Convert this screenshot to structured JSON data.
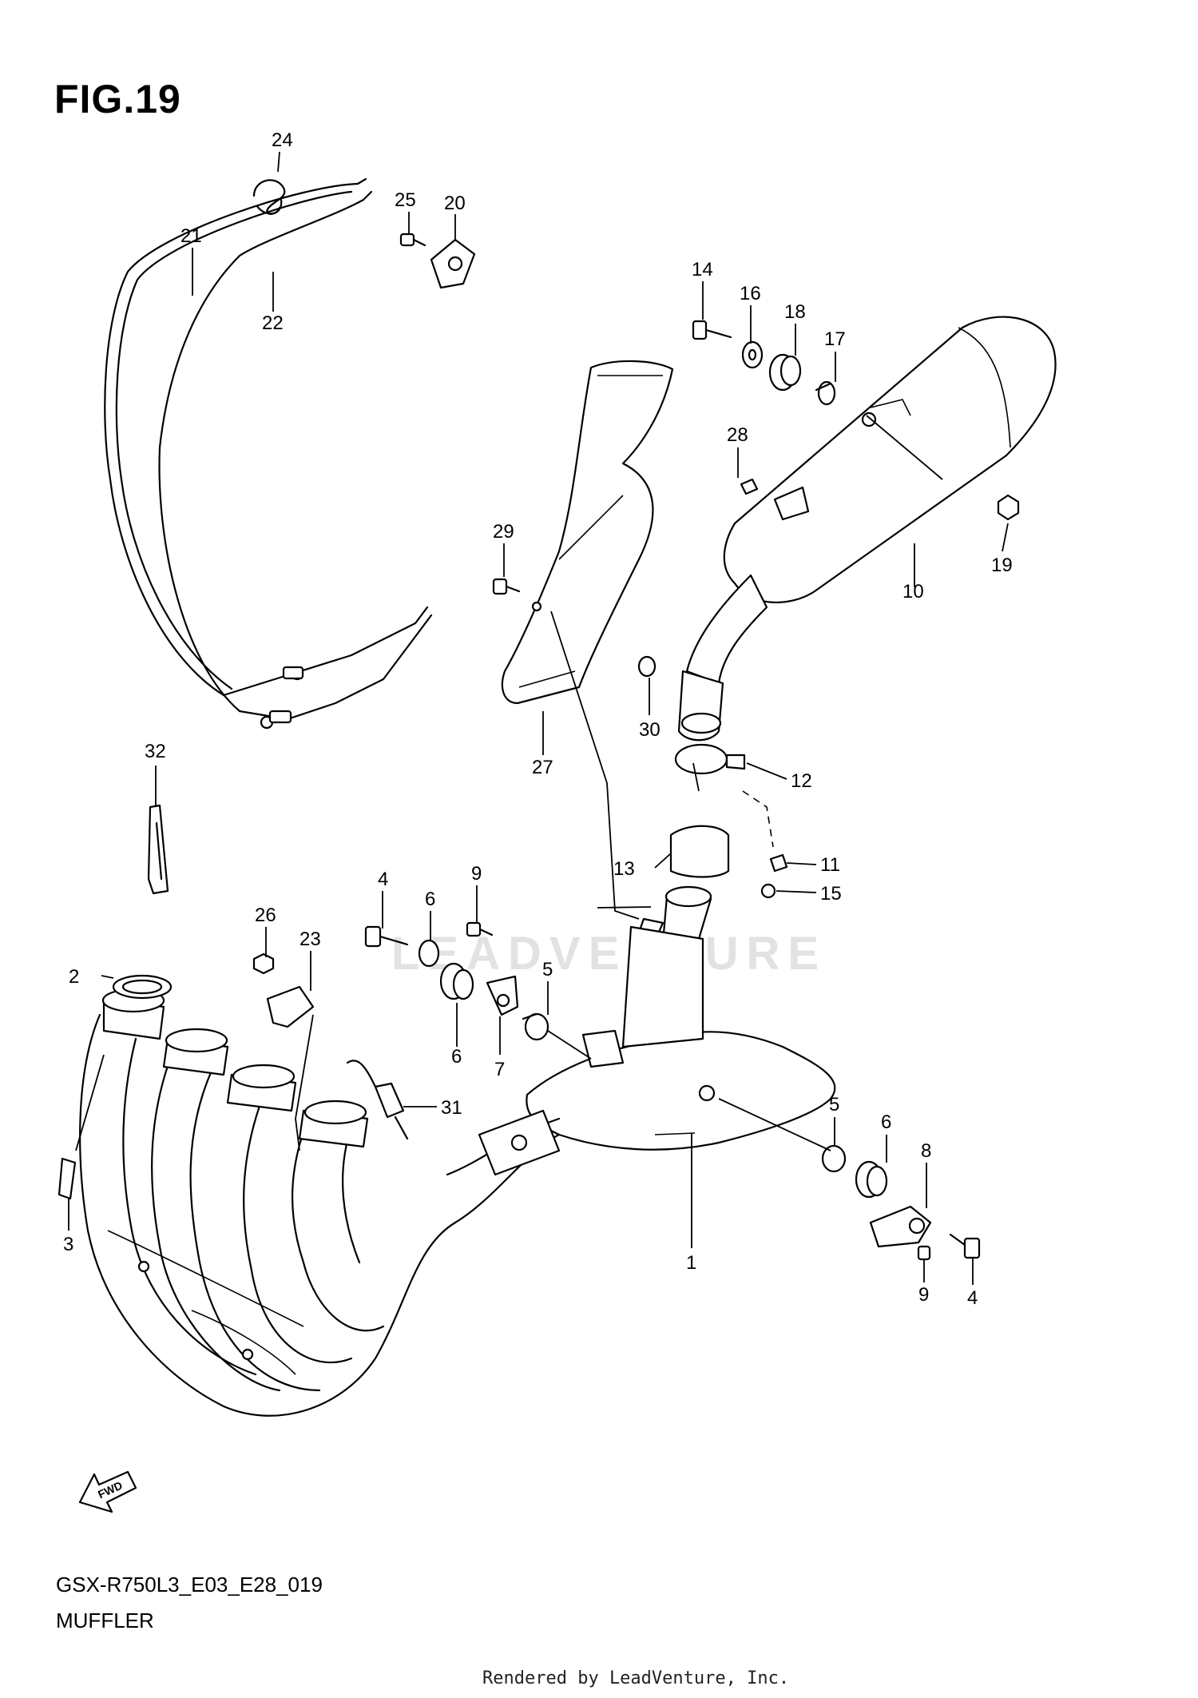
{
  "figure": {
    "title": "FIG.19",
    "model_code": "GSX-R750L3_E03_E28_019",
    "section_name": "MUFFLER",
    "credit": "Rendered by LeadVenture, Inc.",
    "watermark": "LEADVENTURE"
  },
  "callouts": [
    {
      "id": "c1",
      "label": "1"
    },
    {
      "id": "c2",
      "label": "2"
    },
    {
      "id": "c3",
      "label": "3"
    },
    {
      "id": "c4a",
      "label": "4"
    },
    {
      "id": "c4b",
      "label": "4"
    },
    {
      "id": "c5a",
      "label": "5"
    },
    {
      "id": "c5b",
      "label": "5"
    },
    {
      "id": "c6a",
      "label": "6"
    },
    {
      "id": "c6b",
      "label": "6"
    },
    {
      "id": "c6c",
      "label": "6"
    },
    {
      "id": "c7",
      "label": "7"
    },
    {
      "id": "c8",
      "label": "8"
    },
    {
      "id": "c9a",
      "label": "9"
    },
    {
      "id": "c9b",
      "label": "9"
    },
    {
      "id": "c10",
      "label": "10"
    },
    {
      "id": "c11",
      "label": "11"
    },
    {
      "id": "c12",
      "label": "12"
    },
    {
      "id": "c13",
      "label": "13"
    },
    {
      "id": "c14",
      "label": "14"
    },
    {
      "id": "c15",
      "label": "15"
    },
    {
      "id": "c16",
      "label": "16"
    },
    {
      "id": "c17",
      "label": "17"
    },
    {
      "id": "c18",
      "label": "18"
    },
    {
      "id": "c19",
      "label": "19"
    },
    {
      "id": "c20",
      "label": "20"
    },
    {
      "id": "c21",
      "label": "21"
    },
    {
      "id": "c22",
      "label": "22"
    },
    {
      "id": "c23",
      "label": "23"
    },
    {
      "id": "c24",
      "label": "24"
    },
    {
      "id": "c25",
      "label": "25"
    },
    {
      "id": "c26",
      "label": "26"
    },
    {
      "id": "c27",
      "label": "27"
    },
    {
      "id": "c28",
      "label": "28"
    },
    {
      "id": "c29",
      "label": "29"
    },
    {
      "id": "c30",
      "label": "30"
    },
    {
      "id": "c31",
      "label": "31"
    },
    {
      "id": "c32",
      "label": "32"
    }
  ],
  "direction_arrow": {
    "label": "FWD"
  }
}
